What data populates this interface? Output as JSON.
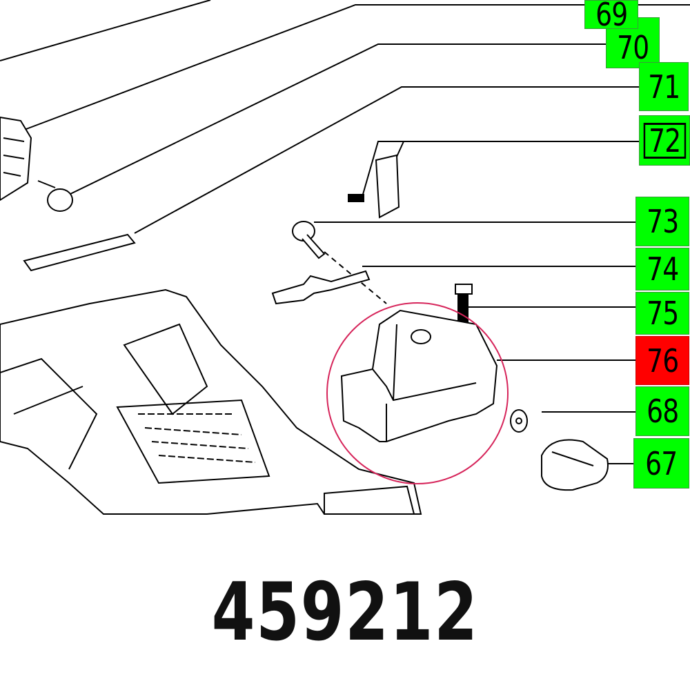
{
  "labels": [
    {
      "number": "69",
      "highlight": "green"
    },
    {
      "number": "70",
      "highlight": "green"
    },
    {
      "number": "71",
      "highlight": "green"
    },
    {
      "number": "72",
      "highlight": "green"
    },
    {
      "number": "73",
      "highlight": "green"
    },
    {
      "number": "74",
      "highlight": "green"
    },
    {
      "number": "75",
      "highlight": "green"
    },
    {
      "number": "76",
      "highlight": "red"
    },
    {
      "number": "68",
      "highlight": "green"
    },
    {
      "number": "67",
      "highlight": "green"
    }
  ],
  "part_number": "459212",
  "colors": {
    "green": "#00ff00",
    "red": "#ff0000",
    "highlight_circle": "#d6245a"
  }
}
